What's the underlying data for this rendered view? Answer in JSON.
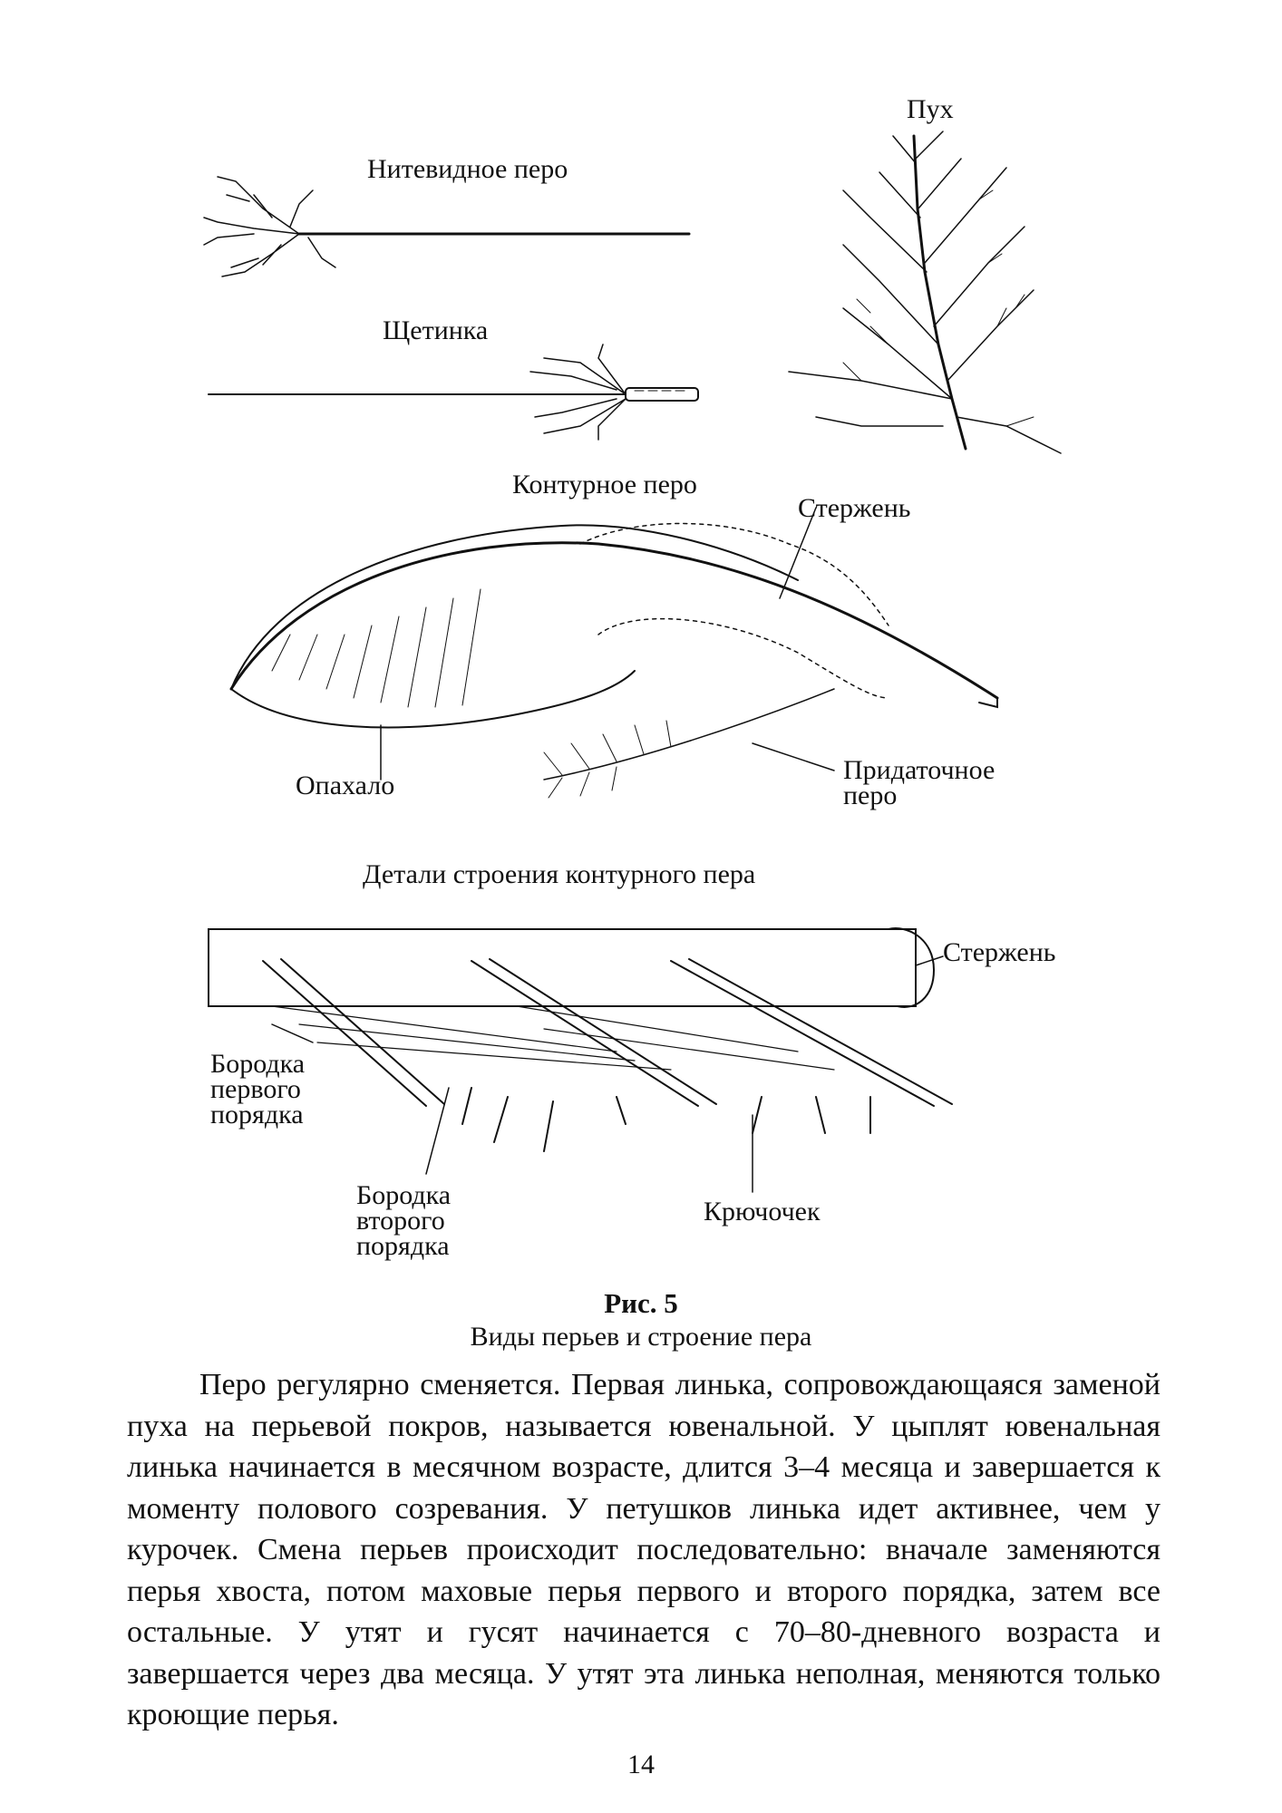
{
  "figure": {
    "labels": {
      "filoplume": "Нитевидное перо",
      "down": "Пух",
      "bristle": "Щетинка",
      "contour_feather": "Контурное перо",
      "shaft_top": "Стержень",
      "vane": "Опахало",
      "afterfeather_line1": "Придаточное",
      "afterfeather_line2": "перо",
      "details_title": "Детали строения контурного пера",
      "shaft_detail": "Стержень",
      "barb_line1": "Бородка",
      "barb_line2": "первого",
      "barb_line3": "порядка",
      "barbule_line1": "Бородка",
      "barbule_line2": "второго",
      "barbule_line3": "порядка",
      "hooklet": "Крючочек"
    },
    "caption_title": "Рис. 5",
    "caption_subtitle": "Виды перьев и строение пера"
  },
  "body": {
    "paragraph": "Перо регулярно сменяется. Первая линька, сопровождающаяся заменой пуха на перьевой покров, называется ювенальной. У цыплят ювенальная линька начинается в месячном возрасте, длится 3–4 месяца и завершается к моменту полового созревания. У петушков линька идет активнее, чем у курочек. Смена перьев происходит последовательно: вначале заменяются перья хвоста, потом маховые перья первого и второго порядка, затем все остальные. У утят и гусят начинается с 70–80-дневного возраста и завершается через два месяца. У утят эта линька неполная, меняются только кроющие перья."
  },
  "page_number": "14"
}
